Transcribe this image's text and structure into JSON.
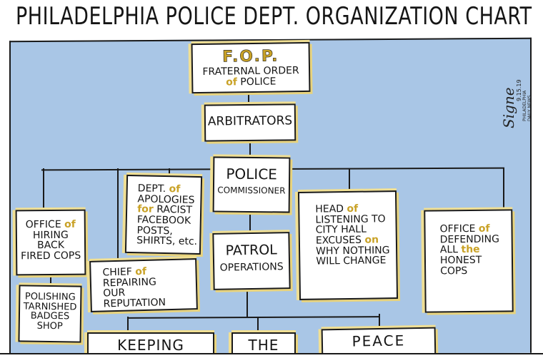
{
  "title": "PHILADELPHIA POLICE DEPT. ORGANIZATION CHART",
  "colors": {
    "panel_background": "#a9c6e6",
    "box_fill": "#ffffff",
    "box_edge_highlight": "#f0df93",
    "accent_word": "#c9a227",
    "ink": "#1a1a1a"
  },
  "signature": {
    "name": "Signe",
    "date": "9.15.19",
    "publication_line1": "PHILADELPHIA",
    "publication_line2": "DAILY NEWS"
  },
  "boxes": {
    "fop": {
      "abbrev": "F.O.P.",
      "line1": "FRATERNAL ORDER",
      "line2_accent": "of",
      "line2": "POLICE"
    },
    "arbitrators": {
      "text": "ARBITRATORS"
    },
    "commissioner": {
      "line1": "POLICE",
      "line2": "COMMISSIONER"
    },
    "apologies": {
      "line1": "DEPT.",
      "accent1": "of",
      "line2": "APOLOGIES",
      "accent2": "for",
      "line3": "RACIST",
      "line4": "FACEBOOK",
      "line5": "POSTS,",
      "line6": "SHIRTS, etc."
    },
    "hiring": {
      "line1": "OFFICE",
      "accent": "of",
      "line2": "HIRING",
      "line3": "BACK",
      "line4": "FIRED COPS"
    },
    "polishing": {
      "line1": "POLISHING",
      "line2": "TARNISHED",
      "line3": "BADGES",
      "line4": "SHOP"
    },
    "reputation": {
      "line1": "CHIEF",
      "accent": "of",
      "line2": "REPAIRING",
      "line3": "OUR",
      "line4": "REPUTATION"
    },
    "patrol": {
      "line1": "PATROL",
      "line2": "OPERATIONS"
    },
    "listening": {
      "line1": "HEAD",
      "accent1": "of",
      "line2": "LISTENING TO",
      "line3": "CITY HALL",
      "line4": "EXCUSES",
      "accent2": "on",
      "line5": "WHY NOTHING",
      "line6": "WILL CHANGE"
    },
    "defending": {
      "line1": "OFFICE",
      "accent1": "of",
      "line2": "DEFENDING",
      "line3": "ALL",
      "accent2": "the",
      "line4": "HONEST",
      "line5": "COPS"
    },
    "keeping": {
      "text": "KEEPING"
    },
    "the": {
      "text": "THE"
    },
    "peace": {
      "text": "PEACE"
    }
  }
}
